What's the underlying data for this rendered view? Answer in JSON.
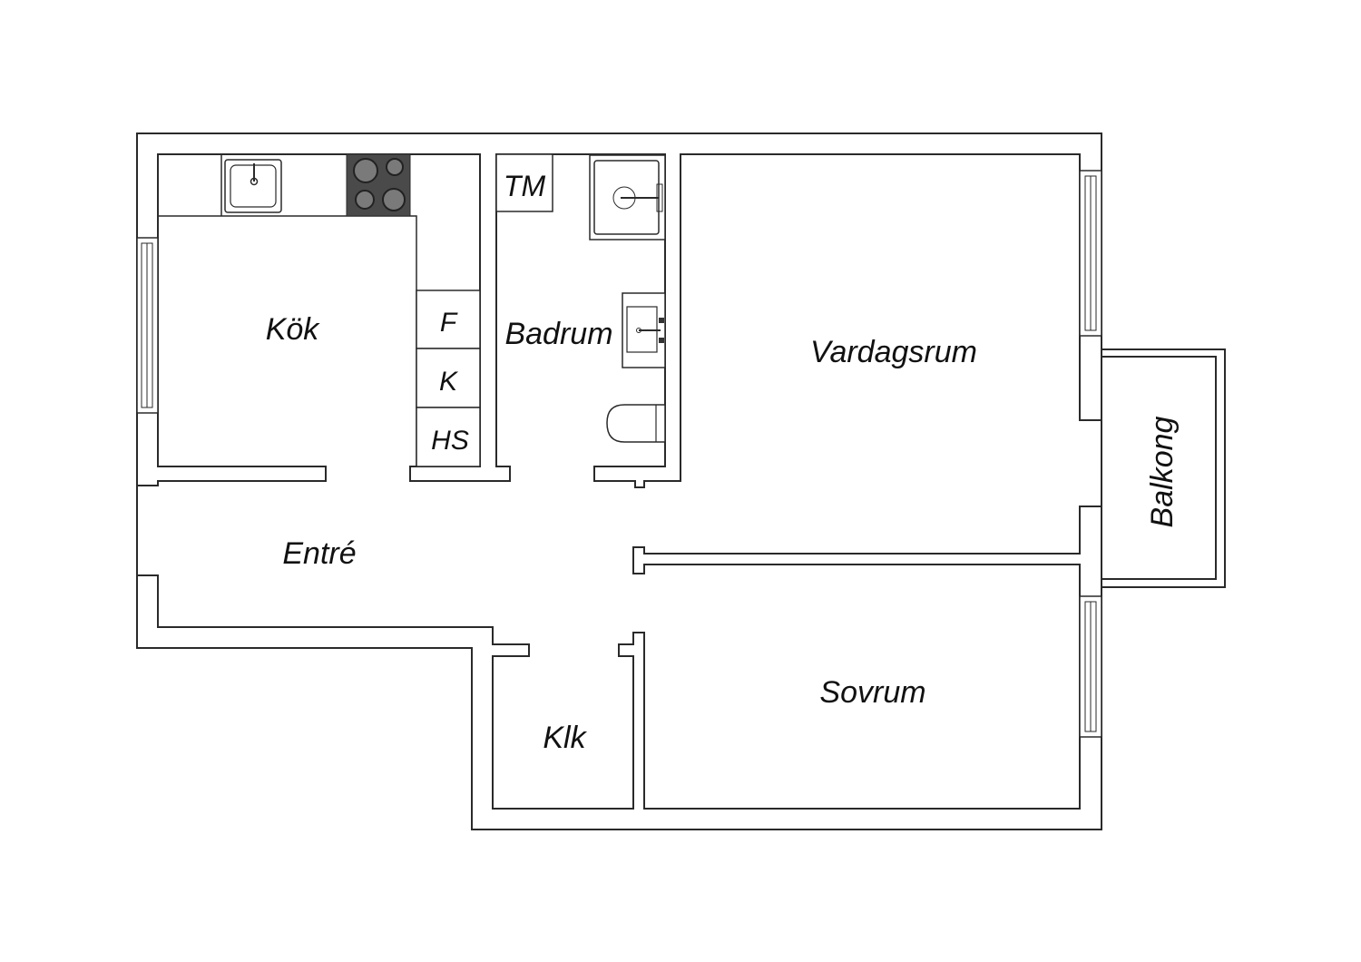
{
  "rooms": {
    "kitchen": "Kök",
    "bathroom": "Badrum",
    "living_room": "Vardagsrum",
    "entrance": "Entré",
    "bedroom": "Sovrum",
    "closet": "Klk",
    "balcony": "Balkong"
  },
  "fixtures": {
    "fridge": "F",
    "freezer": "K",
    "tall_cabinet": "HS",
    "washing_machine": "TM"
  },
  "colors": {
    "wall": "#2a2a2a",
    "stove": "#4a4a4a",
    "burner": "#7a7a7a"
  }
}
